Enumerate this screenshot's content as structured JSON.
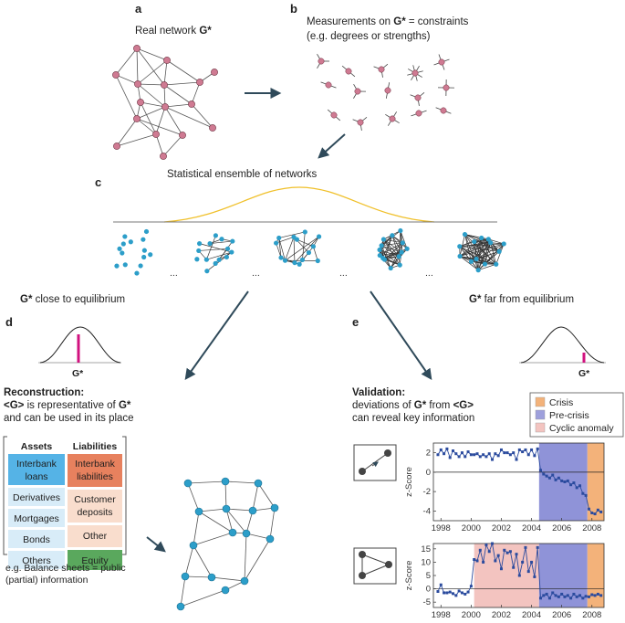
{
  "panels": {
    "a": "a",
    "b": "b",
    "c": "c",
    "d": "d",
    "e": "e"
  },
  "panel_a": {
    "title": "Real network ",
    "title_bold": "G*"
  },
  "panel_b": {
    "line1_pre": "Measurements on ",
    "line1_bold": "G*",
    "line1_post": " = constraints",
    "line2": "(e.g. degrees or strengths)"
  },
  "panel_c": {
    "title": "Statistical ensemble of networks",
    "ellipsis": "..."
  },
  "equilibrium": {
    "left_bold": "G*",
    "left_text": " close to equilibrium",
    "right_bold": "G*",
    "right_text": " far from equilibrium",
    "marker": "G*"
  },
  "reconstruction": {
    "heading": "Reconstruction:",
    "line2_a": "<G>",
    "line2_b": " is representative of ",
    "line2_c": "G*",
    "line3": "and can be used in its place"
  },
  "validation": {
    "heading": "Validation:",
    "line2_a": "deviations of ",
    "line2_b": "G*",
    "line2_c": " from ",
    "line2_d": "<G>",
    "line3": "can reveal key information"
  },
  "balance_sheet": {
    "assets_header": "Assets",
    "liabilities_header": "Liabilities",
    "assets": [
      {
        "l1": "Interbank",
        "l2": "loans",
        "color": "#55b3e6"
      },
      {
        "l1": "Derivatives",
        "l2": "",
        "color": "#d8ecf8"
      },
      {
        "l1": "Mortgages",
        "l2": "",
        "color": "#d8ecf8"
      },
      {
        "l1": "Bonds",
        "l2": "",
        "color": "#d8ecf8"
      },
      {
        "l1": "Others",
        "l2": "",
        "color": "#d8ecf8"
      }
    ],
    "liabilities": [
      {
        "l1": "Interbank",
        "l2": "liabilities",
        "color": "#e7815e"
      },
      {
        "l1": "Customer",
        "l2": "deposits",
        "color": "#f9ddcd"
      },
      {
        "l1": "Other",
        "l2": "",
        "color": "#f9ddcd"
      },
      {
        "l1": "Equity",
        "l2": "",
        "color": "#5aa85d"
      }
    ],
    "caption1": "e.g. Balance sheets = public",
    "caption2": "(partial) information"
  },
  "legend": {
    "items": [
      {
        "label": "Crisis",
        "color": "#f3b27a"
      },
      {
        "label": "Pre-crisis",
        "color": "#9ea0dc"
      },
      {
        "label": "Cyclic anomaly",
        "color": "#f3c4c0"
      }
    ]
  },
  "chart_data": [
    {
      "type": "line",
      "ylabel": "z-Score",
      "x_ticks": [
        "1998",
        "2000",
        "2002",
        "2004",
        "2006",
        "2008"
      ],
      "xlim": [
        1997.5,
        2008.8
      ],
      "ylim": [
        -5,
        3
      ],
      "y_ticks": [
        "2",
        "0",
        "-2",
        "-4"
      ],
      "y_tick_values": [
        2,
        0,
        -2,
        -4
      ],
      "shaded": [
        {
          "from": 2004.5,
          "to": 2007.7,
          "color": "#8f93d8"
        },
        {
          "from": 2007.7,
          "to": 2008.8,
          "color": "#f3b27a"
        }
      ],
      "series": [
        {
          "values": [
            [
              1997.8,
              1.8
            ],
            [
              1998.0,
              2.3
            ],
            [
              1998.2,
              1.9
            ],
            [
              1998.4,
              2.4
            ],
            [
              1998.6,
              1.5
            ],
            [
              1998.8,
              2.2
            ],
            [
              1999.0,
              1.9
            ],
            [
              1999.2,
              1.6
            ],
            [
              1999.4,
              2.0
            ],
            [
              1999.6,
              1.6
            ],
            [
              1999.8,
              2.1
            ],
            [
              2000.0,
              1.8
            ],
            [
              2000.2,
              1.8
            ],
            [
              2000.4,
              1.9
            ],
            [
              2000.6,
              1.6
            ],
            [
              2000.8,
              1.8
            ],
            [
              2001.0,
              1.6
            ],
            [
              2001.2,
              1.9
            ],
            [
              2001.4,
              1.3
            ],
            [
              2001.6,
              1.9
            ],
            [
              2001.8,
              1.7
            ],
            [
              2002.0,
              2.3
            ],
            [
              2002.2,
              2.0
            ],
            [
              2002.4,
              2.0
            ],
            [
              2002.6,
              1.8
            ],
            [
              2002.8,
              2.0
            ],
            [
              2003.0,
              1.3
            ],
            [
              2003.2,
              2.3
            ],
            [
              2003.4,
              2.1
            ],
            [
              2003.6,
              2.3
            ],
            [
              2003.8,
              1.8
            ],
            [
              2004.0,
              2.3
            ],
            [
              2004.2,
              1.7
            ],
            [
              2004.4,
              2.4
            ],
            [
              2004.6,
              0.2
            ],
            [
              2004.8,
              -0.2
            ],
            [
              2005.0,
              -0.4
            ],
            [
              2005.2,
              -0.6
            ],
            [
              2005.4,
              -0.3
            ],
            [
              2005.6,
              -0.8
            ],
            [
              2005.8,
              -0.6
            ],
            [
              2006.0,
              -0.9
            ],
            [
              2006.2,
              -1.0
            ],
            [
              2006.4,
              -0.9
            ],
            [
              2006.6,
              -1.3
            ],
            [
              2006.8,
              -1.1
            ],
            [
              2007.0,
              -1.6
            ],
            [
              2007.2,
              -1.4
            ],
            [
              2007.4,
              -2.2
            ],
            [
              2007.6,
              -2.4
            ],
            [
              2007.8,
              -3.8
            ],
            [
              2008.0,
              -4.2
            ],
            [
              2008.2,
              -4.3
            ],
            [
              2008.4,
              -3.9
            ],
            [
              2008.6,
              -4.1
            ]
          ]
        }
      ]
    },
    {
      "type": "line",
      "ylabel": "z-Score",
      "x_ticks": [
        "1998",
        "2000",
        "2002",
        "2004",
        "2006",
        "2008"
      ],
      "xlim": [
        1997.5,
        2008.8
      ],
      "ylim": [
        -7,
        17
      ],
      "y_ticks": [
        "15",
        "10",
        "5",
        "0",
        "-5"
      ],
      "y_tick_values": [
        15,
        10,
        5,
        0,
        -5
      ],
      "shaded": [
        {
          "from": 2000.2,
          "to": 2004.5,
          "color": "#f3c4c0"
        },
        {
          "from": 2004.5,
          "to": 2007.7,
          "color": "#8f93d8"
        },
        {
          "from": 2007.7,
          "to": 2008.8,
          "color": "#f3b27a"
        }
      ],
      "series": [
        {
          "values": [
            [
              1997.8,
              -1.0
            ],
            [
              1998.0,
              1.5
            ],
            [
              1998.2,
              -1.5
            ],
            [
              1998.4,
              -1.5
            ],
            [
              1998.6,
              -1.2
            ],
            [
              1998.8,
              -1.8
            ],
            [
              1999.0,
              -2.5
            ],
            [
              1999.2,
              -0.8
            ],
            [
              1999.4,
              -1.5
            ],
            [
              1999.6,
              -2.0
            ],
            [
              1999.8,
              -1.2
            ],
            [
              2000.0,
              1.0
            ],
            [
              2000.2,
              11.0
            ],
            [
              2000.4,
              10.5
            ],
            [
              2000.6,
              14.5
            ],
            [
              2000.8,
              10.0
            ],
            [
              2001.0,
              16.5
            ],
            [
              2001.2,
              14.0
            ],
            [
              2001.4,
              17.0
            ],
            [
              2001.6,
              10.5
            ],
            [
              2001.8,
              12.5
            ],
            [
              2002.0,
              7.5
            ],
            [
              2002.2,
              14.5
            ],
            [
              2002.4,
              13.5
            ],
            [
              2002.6,
              14.0
            ],
            [
              2002.8,
              8.0
            ],
            [
              2003.0,
              13.0
            ],
            [
              2003.2,
              5.0
            ],
            [
              2003.4,
              10.0
            ],
            [
              2003.6,
              15.5
            ],
            [
              2003.8,
              6.5
            ],
            [
              2004.0,
              10.0
            ],
            [
              2004.2,
              4.5
            ],
            [
              2004.4,
              15.5
            ],
            [
              2004.6,
              -3.5
            ],
            [
              2004.8,
              -2.5
            ],
            [
              2005.0,
              -2.0
            ],
            [
              2005.2,
              -3.5
            ],
            [
              2005.4,
              -1.5
            ],
            [
              2005.6,
              -2.5
            ],
            [
              2005.8,
              -3.0
            ],
            [
              2006.0,
              -2.0
            ],
            [
              2006.2,
              -3.0
            ],
            [
              2006.4,
              -2.5
            ],
            [
              2006.6,
              -3.5
            ],
            [
              2006.8,
              -2.0
            ],
            [
              2007.0,
              -3.0
            ],
            [
              2007.2,
              -2.5
            ],
            [
              2007.4,
              -3.5
            ],
            [
              2007.6,
              -2.8
            ],
            [
              2007.8,
              -3.0
            ],
            [
              2008.0,
              -2.2
            ],
            [
              2008.2,
              -2.5
            ],
            [
              2008.4,
              -2.0
            ],
            [
              2008.6,
              -2.5
            ]
          ]
        }
      ]
    }
  ],
  "colors": {
    "node_pink": "#cf7a92",
    "node_blue": "#2c9ec9",
    "gauss": "#f0c02a",
    "arrow": "#2f4a5a",
    "marker": "#d1127f",
    "series": "#2b4b9e"
  },
  "icons": {
    "dyad": "dyad-motif-icon",
    "triad": "triad-motif-icon"
  }
}
